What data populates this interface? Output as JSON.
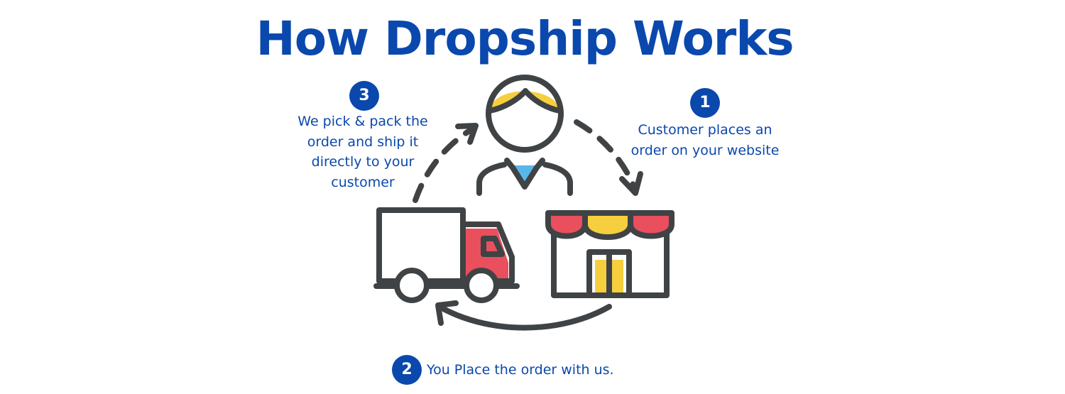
{
  "title": "How Dropship Works",
  "colors": {
    "brand_blue": "#0a48ad",
    "stroke": "#3f4345",
    "hair_yellow": "#f5cf3d",
    "awning_red": "#ea4f5d",
    "collar_blue": "#58b7ea"
  },
  "steps": [
    {
      "number": "1",
      "lines": [
        "Customer places an",
        "order on your website"
      ]
    },
    {
      "number": "2",
      "lines": [
        "You Place the order with us."
      ]
    },
    {
      "number": "3",
      "lines": [
        "We pick & pack the",
        "order and ship it",
        "directly to your",
        "customer"
      ]
    }
  ],
  "icons": [
    "customer-icon",
    "storefront-icon",
    "delivery-truck-icon",
    "cycle-arrows-icon"
  ]
}
